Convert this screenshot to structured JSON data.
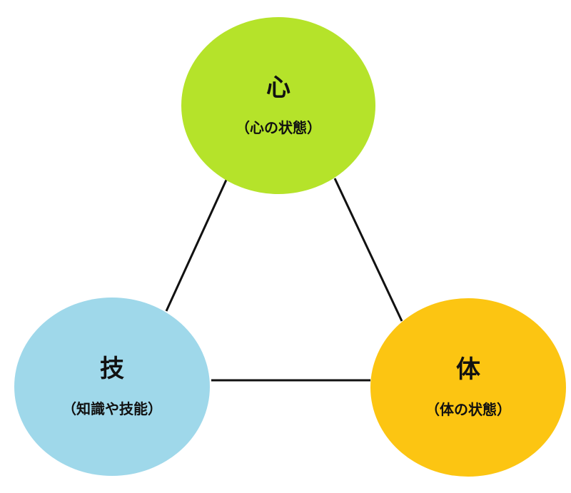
{
  "nodes": {
    "kokoro": {
      "title": "心",
      "subtitle": "（心の状態）",
      "color": "#b5e32a"
    },
    "waza": {
      "title": "技",
      "subtitle": "（知識や技能）",
      "color": "#9fd8ea"
    },
    "karada": {
      "title": "体",
      "subtitle": "（体の状態）",
      "color": "#fcc512"
    }
  },
  "connector_color": "#111111"
}
